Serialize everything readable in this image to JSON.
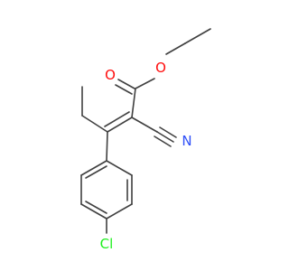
{
  "molecule": {
    "atoms": {
      "carbonyl_oxygen": {
        "symbol": "O",
        "color": "#ff0d0d"
      },
      "ester_oxygen": {
        "symbol": "O",
        "color": "#ff0d0d"
      },
      "nitrile_nitrogen": {
        "symbol": "N",
        "color": "#3050f8"
      },
      "chlorine": {
        "symbol": "Cl",
        "color": "#1ff01f"
      }
    },
    "bond_color": "#404040",
    "background": "#ffffff"
  }
}
